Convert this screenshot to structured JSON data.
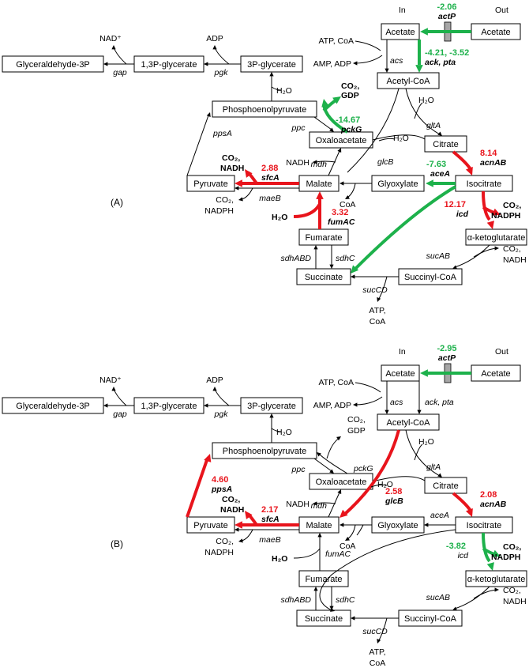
{
  "colors": {
    "up": "#e8141c",
    "down": "#1db14b",
    "neutral": "#000000",
    "transporter": "#a6a6a6"
  },
  "headers": {
    "in": "In",
    "out": "Out"
  },
  "panels": [
    {
      "label": "(A)",
      "metabolites": {
        "acetate_in": "Acetate",
        "acetate_out": "Acetate",
        "acetylcoa": "Acetyl-CoA",
        "pep": "Phosphoenolpyruvate",
        "p3g": "3P-glycerate",
        "bpg": "1,3P-glycerate",
        "g3p": "Glyceraldehyde-3P",
        "oaa": "Oxaloacetate",
        "citrate": "Citrate",
        "isocitrate": "Isocitrate",
        "glyoxylate": "Glyoxylate",
        "malate": "Malate",
        "pyruvate": "Pyruvate",
        "fumarate": "Fumarate",
        "akg": "α-ketoglutarate",
        "succinylcoa": "Succinyl-CoA",
        "succinate": "Succinate"
      },
      "enzymes": {
        "acs": "acs",
        "ackpta": "",
        "gap": "gap",
        "pgk": "pgk",
        "ppsA": "ppsA",
        "ppc": "ppc",
        "pckG": "",
        "gltA": "gltA",
        "mdh": "mdh",
        "glcB": "glcB",
        "maeB": "maeB",
        "sdhABD": "sdhABD",
        "sdhC": "sdhC",
        "sucAB": "sucAB",
        "sucCD": "sucCD",
        "fumAC": "",
        "aceA": "",
        "icd": "",
        "acnAB": "",
        "sfcA": "",
        "actP": ""
      },
      "cofactors": {
        "atp_coa": "ATP, CoA",
        "amp_adp": "AMP, ADP",
        "nad": "NAD⁺",
        "adp": "ADP",
        "h2o_pep": "H₂O",
        "h2o_glta": "H₂O",
        "h2o_mdh": "H₂O",
        "coa_glcb": "CoA",
        "nadh_mdh": "NADH",
        "co2_maeb": "CO₂,",
        "nadph_maeb": "NADPH",
        "co2_suc": "CO₂,",
        "nadh_suc": "NADH",
        "atp_sucCD": "ATP,",
        "coa_sucCD": "CoA",
        "h2o_fum": "H₂O",
        "co2_gdp_1": "CO₂,",
        "co2_gdp_2": "GDP",
        "co2_nadph_1": "CO₂,",
        "co2_nadph_2": "NADPH",
        "co2_nadh_1": "CO₂,",
        "co2_nadh_2": "NADH"
      },
      "highlights": [
        {
          "id": "actP",
          "value": "-2.06",
          "enzyme": "actP",
          "direction": "down"
        },
        {
          "id": "ackpta",
          "value": "-4.21, -3.52",
          "enzyme": "ack, pta",
          "direction": "down"
        },
        {
          "id": "pckG",
          "value": "-14.67",
          "enzyme": "pckG",
          "direction": "down"
        },
        {
          "id": "acnAB",
          "value": "8.14",
          "enzyme": "acnAB",
          "direction": "up"
        },
        {
          "id": "aceA",
          "value": "-7.63",
          "enzyme": "aceA",
          "direction": "down"
        },
        {
          "id": "sfcA",
          "value": "2.88",
          "enzyme": "sfcA",
          "direction": "up"
        },
        {
          "id": "icd",
          "value": "12.17",
          "enzyme": "icd",
          "direction": "up"
        },
        {
          "id": "fumAC",
          "value": "3.32",
          "enzyme": "fumAC",
          "direction": "up"
        }
      ]
    },
    {
      "label": "(B)",
      "metabolites": {
        "acetate_in": "Acetate",
        "acetate_out": "Acetate",
        "acetylcoa": "Acetyl-CoA",
        "pep": "Phosphoenolpyruvate",
        "p3g": "3P-glycerate",
        "bpg": "1,3P-glycerate",
        "g3p": "Glyceraldehyde-3P",
        "oaa": "Oxaloacetate",
        "citrate": "Citrate",
        "isocitrate": "Isocitrate",
        "glyoxylate": "Glyoxylate",
        "malate": "Malate",
        "pyruvate": "Pyruvate",
        "fumarate": "Fumarate",
        "akg": "α-ketoglutarate",
        "succinylcoa": "Succinyl-CoA",
        "succinate": "Succinate"
      },
      "enzymes": {
        "acs": "acs",
        "ackpta": "ack, pta",
        "gap": "gap",
        "pgk": "pgk",
        "ppsA": "",
        "ppc": "ppc",
        "pckG": "pckG",
        "gltA": "gltA",
        "mdh": "mdh",
        "glcB": "",
        "maeB": "maeB",
        "sdhABD": "sdhABD",
        "sdhC": "sdhC",
        "sucAB": "sucAB",
        "sucCD": "sucCD",
        "fumAC": "fumAC",
        "aceA": "aceA",
        "icd": "",
        "acnAB": "",
        "sfcA": "",
        "actP": ""
      },
      "cofactors": {
        "atp_coa": "ATP, CoA",
        "amp_adp": "AMP, ADP",
        "nad": "NAD⁺",
        "adp": "ADP",
        "h2o_pep": "H₂O",
        "h2o_glta": "H₂O",
        "h2o_mdh": "H₂O",
        "coa_glcb": "CoA",
        "nadh_mdh": "NADH",
        "co2_maeb": "CO₂,",
        "nadph_maeb": "NADPH",
        "co2_suc": "CO₂,",
        "nadh_suc": "NADH",
        "atp_sucCD": "ATP,",
        "coa_sucCD": "CoA",
        "h2o_fum": "H₂O",
        "co2_gdp_1": "CO₂,",
        "co2_gdp_2": "GDP",
        "co2_nadph_1": "CO₂,",
        "co2_nadph_2": "NADPH",
        "co2_nadh_1": "CO₂,",
        "co2_nadh_2": "NADH"
      },
      "highlights": [
        {
          "id": "actP",
          "value": "-2.95",
          "enzyme": "actP",
          "direction": "down"
        },
        {
          "id": "ppsA",
          "value": "4.60",
          "enzyme": "ppsA",
          "direction": "up"
        },
        {
          "id": "glcB",
          "value": "2.58",
          "enzyme": "glcB",
          "direction": "up"
        },
        {
          "id": "acnAB",
          "value": "2.08",
          "enzyme": "acnAB",
          "direction": "up"
        },
        {
          "id": "sfcA",
          "value": "2.17",
          "enzyme": "sfcA",
          "direction": "up"
        },
        {
          "id": "icd",
          "value": "-3.82",
          "enzyme": "icd",
          "direction": "down"
        }
      ]
    }
  ]
}
